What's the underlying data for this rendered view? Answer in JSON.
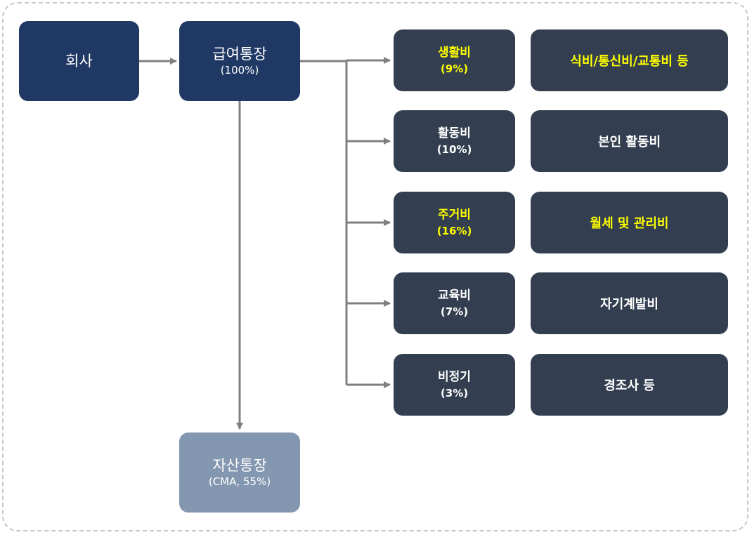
{
  "diagram": {
    "company": "회사",
    "salary_account": {
      "label": "급여통장",
      "sub": "(100%)"
    },
    "asset_account": {
      "label": "자산통장",
      "sub": "(CMA, 55%)"
    },
    "categories": [
      {
        "label": "생활비",
        "percent": "(9%)",
        "desc": "식비/통신비/교통비 등",
        "highlight": true
      },
      {
        "label": "활동비",
        "percent": "(10%)",
        "desc": "본인 활동비",
        "highlight": false
      },
      {
        "label": "주거비",
        "percent": "(16%)",
        "desc": "월세 및 관리비",
        "highlight": true
      },
      {
        "label": "교육비",
        "percent": "(7%)",
        "desc": "자기계발비",
        "highlight": false
      },
      {
        "label": "비정기",
        "percent": "(3%)",
        "desc": "경조사 등",
        "highlight": false
      }
    ]
  },
  "colors": {
    "navy": "#1f3864",
    "slate": "#333f50",
    "steel": "#8497b0",
    "arrow": "#7f7f7f",
    "highlight": "#ffff00"
  }
}
